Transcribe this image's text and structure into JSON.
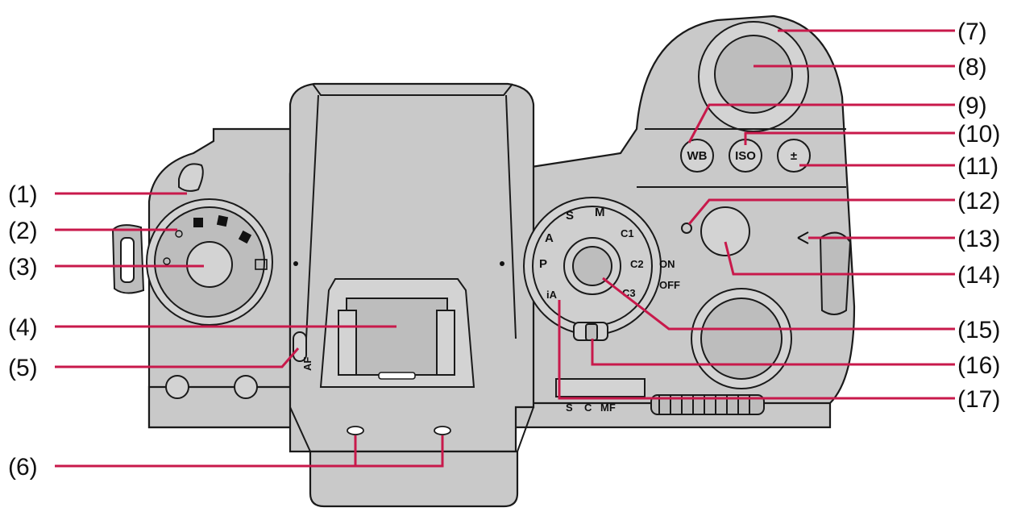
{
  "callouts": [
    {
      "label": "(1)"
    },
    {
      "label": "(2)"
    },
    {
      "label": "(3)"
    },
    {
      "label": "(4)"
    },
    {
      "label": "(5)"
    },
    {
      "label": "(6)"
    },
    {
      "label": "(7)"
    },
    {
      "label": "(8)"
    },
    {
      "label": "(9)"
    },
    {
      "label": "(10)"
    },
    {
      "label": "(11)"
    },
    {
      "label": "(12)"
    },
    {
      "label": "(13)"
    },
    {
      "label": "(14)"
    },
    {
      "label": "(15)"
    },
    {
      "label": "(16)"
    },
    {
      "label": "(17)"
    }
  ],
  "buttons": {
    "wb": "WB",
    "iso": "ISO",
    "exposure": "±"
  },
  "mode_dial": {
    "marks": [
      "P",
      "A",
      "S",
      "M",
      "C1",
      "C2",
      "C3",
      "iA"
    ],
    "power": {
      "on": "ON",
      "off": "OFF"
    }
  },
  "focus_mode_switch": {
    "s": "S",
    "c": "C",
    "mf": "MF"
  },
  "colors": {
    "leader": "#c8194b",
    "body": "#c9c9c9"
  }
}
